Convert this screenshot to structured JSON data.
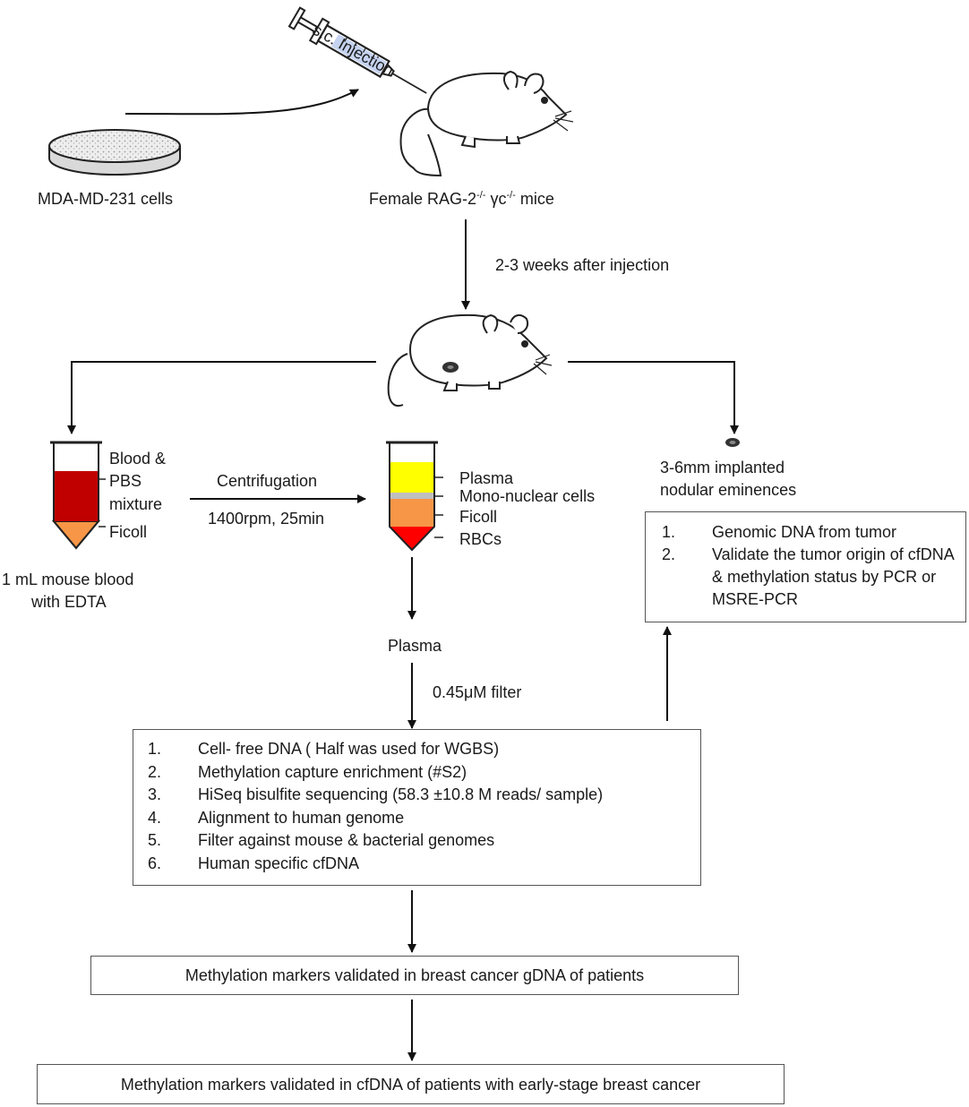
{
  "labels": {
    "cells": "MDA-MD-231 cells",
    "mice": "Female RAG-2",
    "mice_sup1": "-/-",
    "mice_gamma": " γc",
    "mice_sup2": "-/-",
    "mice_end": " mice",
    "injection": "s.c. Injection",
    "weeks": "2-3 weeks after injection",
    "tube1_top": "Blood &",
    "tube1_mid1": "PBS",
    "tube1_mid2": "mixture",
    "tube1_bottom": "Ficoll",
    "blood_line1": "1 mL mouse blood",
    "blood_line2": "with EDTA",
    "centrifugation": "Centrifugation",
    "rpm": "1400rpm, 25min",
    "layer_plasma": "Plasma",
    "layer_mono": "Mono-nuclear cells",
    "layer_ficoll": "Ficoll",
    "layer_rbcs": "RBCs",
    "plasma": "Plasma",
    "filter": "0.45μM filter",
    "nodule_line1": "3-6mm implanted",
    "nodule_line2": "nodular eminences"
  },
  "tumor_box": {
    "steps": [
      {
        "num": "1.",
        "text": "Genomic DNA from tumor"
      },
      {
        "num": "2.",
        "text": "Validate the tumor origin of cfDNA & methylation status by PCR or MSRE-PCR"
      }
    ]
  },
  "process_box": {
    "steps": [
      {
        "num": "1.",
        "text": "Cell- free DNA ( Half was used for WGBS)"
      },
      {
        "num": "2.",
        "text": "Methylation capture enrichment (#S2)"
      },
      {
        "num": "3.",
        "text": "HiSeq bisulfite sequencing (58.3 ±10.8 M reads/ sample)"
      },
      {
        "num": "4.",
        "text": "Alignment to human genome"
      },
      {
        "num": "5.",
        "text": "Filter against mouse & bacterial genomes"
      },
      {
        "num": "6.",
        "text": "Human specific cfDNA"
      }
    ]
  },
  "final_boxes": {
    "box1": "Methylation markers validated in breast cancer gDNA of patients",
    "box2": "Methylation markers validated in cfDNA of patients with early-stage breast cancer"
  },
  "colors": {
    "blood": "#c00000",
    "ficoll": "#f79646",
    "plasma": "#ffff00",
    "mono": "#bfbfbf",
    "rbc": "#ff0000",
    "syringe_fluid": "#c5d3f0"
  }
}
